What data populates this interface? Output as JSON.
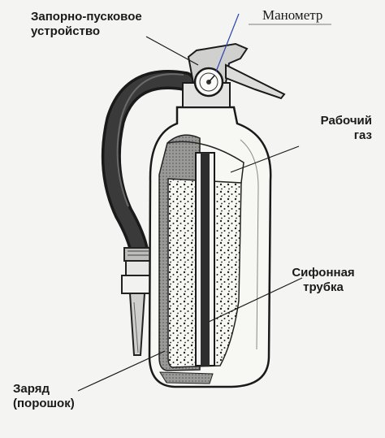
{
  "labels": {
    "valve_line1": "Запорно-пусковое",
    "valve_line2": "устройство",
    "gauge": "Манометр",
    "gas_line1": "Рабочий",
    "gas_line2": "газ",
    "siphon_line1": "Сифонная",
    "siphon_line2": "трубка",
    "charge_line1": "Заряд",
    "charge_line2": "(порошок)"
  }
}
